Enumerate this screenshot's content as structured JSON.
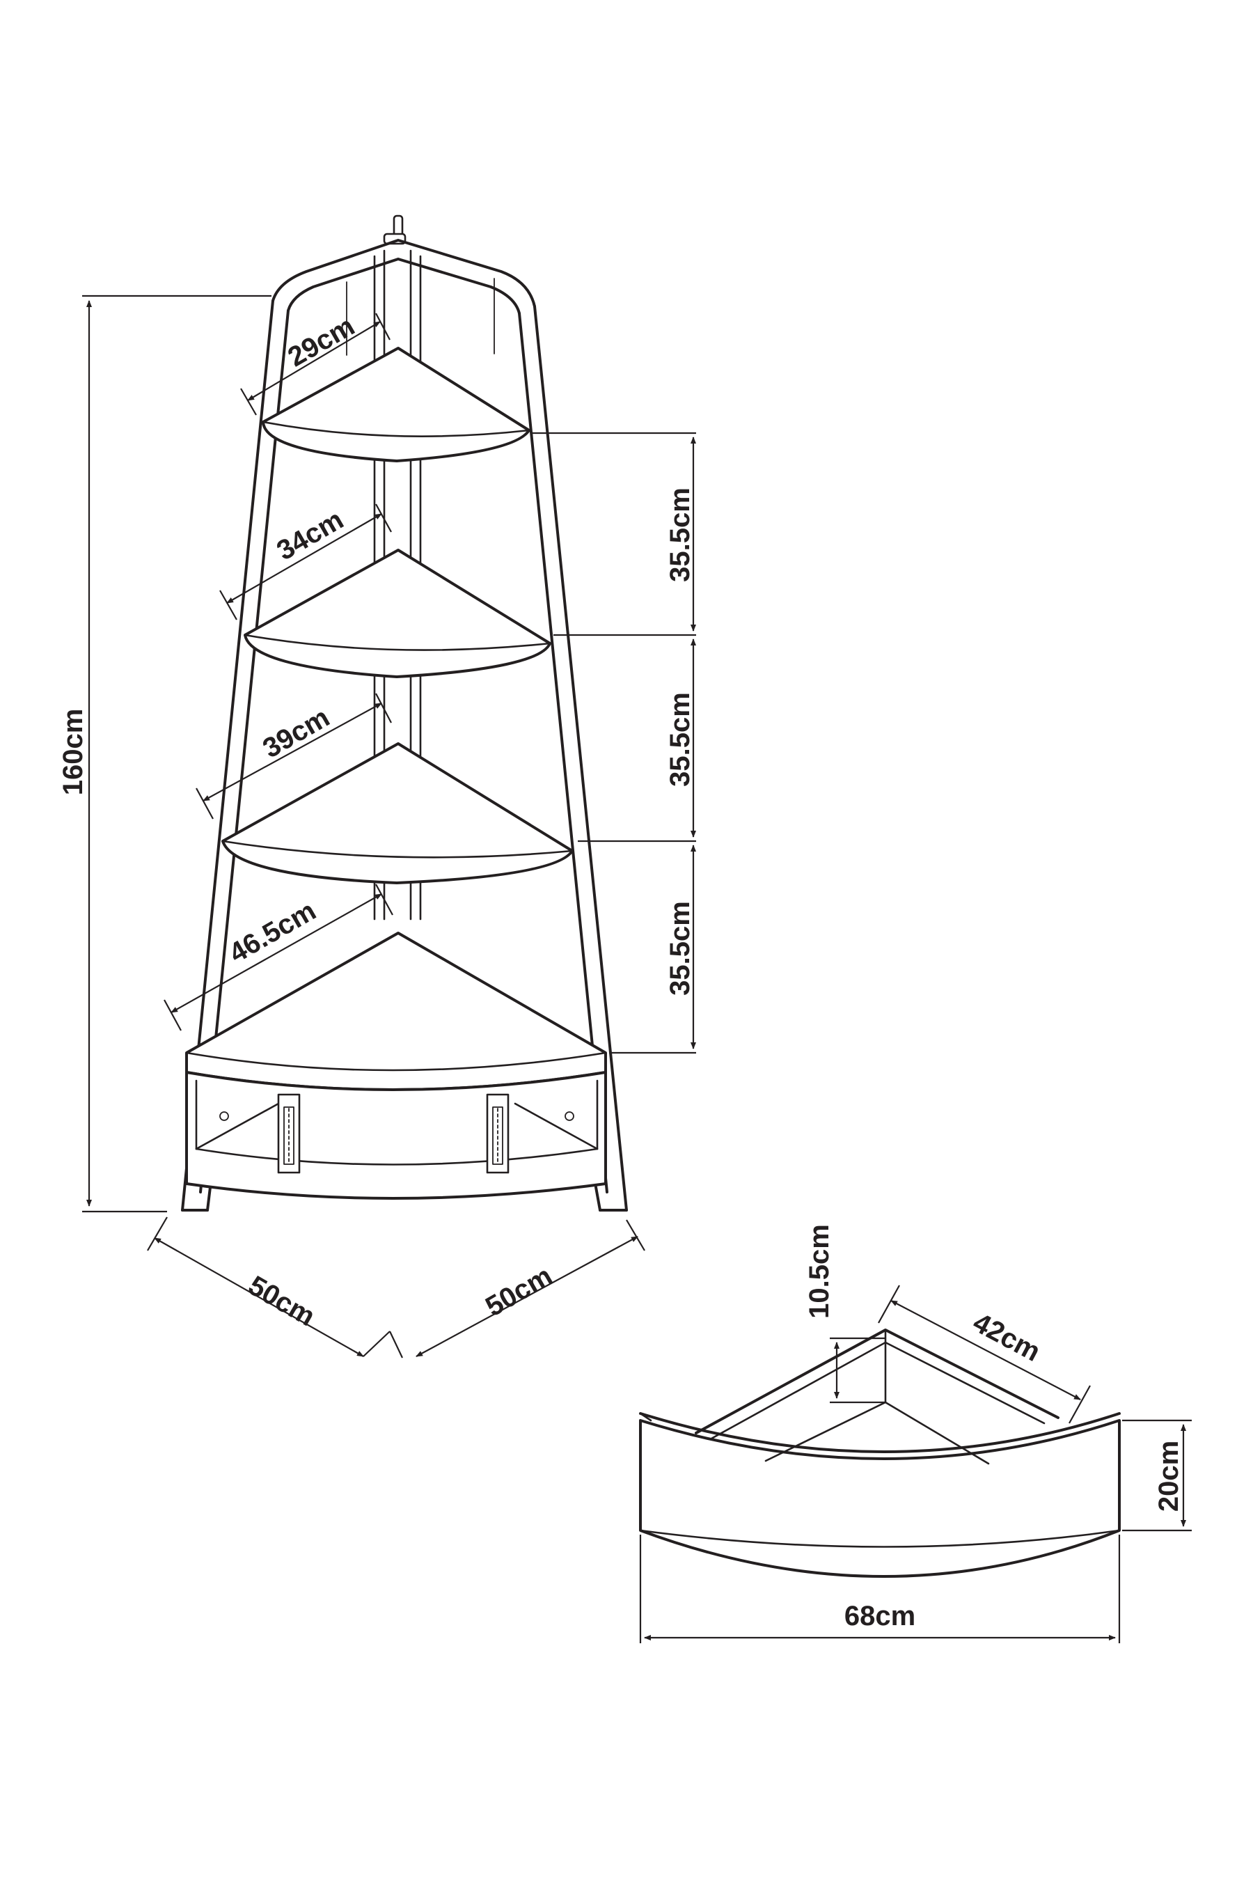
{
  "shelf_unit": {
    "total_height_label": "160cm",
    "shelf_depths": {
      "top": "29cm",
      "second": "34cm",
      "third": "39cm",
      "bottom": "46.5cm"
    },
    "shelf_spacing": {
      "upper": "35.5cm",
      "middle": "35.5cm",
      "lower": "35.5cm"
    },
    "base_widths": {
      "left": "50cm",
      "right": "50cm"
    }
  },
  "drawer": {
    "depth_label": "10.5cm",
    "side_label": "42cm",
    "height_label": "20cm",
    "width_label": "68cm"
  }
}
